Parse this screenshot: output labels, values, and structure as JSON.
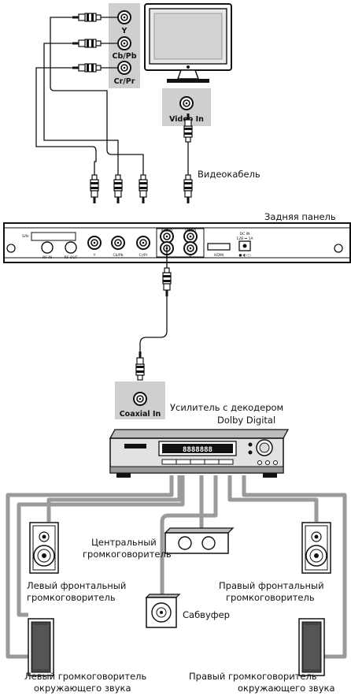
{
  "tv": {
    "jacks": [
      "Y",
      "Cb/Pb",
      "Cr/Pr"
    ],
    "video_in": "Video In"
  },
  "video_cable_label": "Видеокабель",
  "rear_panel": {
    "label": "Задняя панель",
    "sn": "S/N:",
    "rf_in": "RF IN",
    "rf_out": "RF OUT",
    "y": "Y",
    "cb": "Cb/Pb",
    "cr": "Cr/Pr",
    "audio": "AUDIO",
    "video": "VIDEO",
    "l": "L",
    "r": "R",
    "hdmi": "HDMI",
    "dc_in": "DC IN",
    "dc_spec": "12В ⎓ 1А"
  },
  "coaxial_in": "Coaxial In",
  "amplifier": {
    "label_line1": "Усилитель с декодером",
    "label_line2": "Dolby Digital"
  },
  "speakers": {
    "center_line1": "Центральный",
    "center_line2": "громкоговоритель",
    "front_left_line1": "Левый фронтальный",
    "front_left_line2": "громкоговоритель",
    "front_right_line1": "Правый фронтальный",
    "front_right_line2": "громкоговоритель",
    "subwoofer": "Сабвуфер",
    "surround_left_line1": "Левый громкоговоритель",
    "surround_left_line2": "окружающего звука",
    "surround_right_line1": "Правый громкоговоритель",
    "surround_right_line2": "окружающего звука"
  },
  "colors": {
    "line": "#111111",
    "gray_panel": "#cfcfcf",
    "speaker_cable": "#9a9a9a",
    "metal": "#d9d9d9"
  }
}
